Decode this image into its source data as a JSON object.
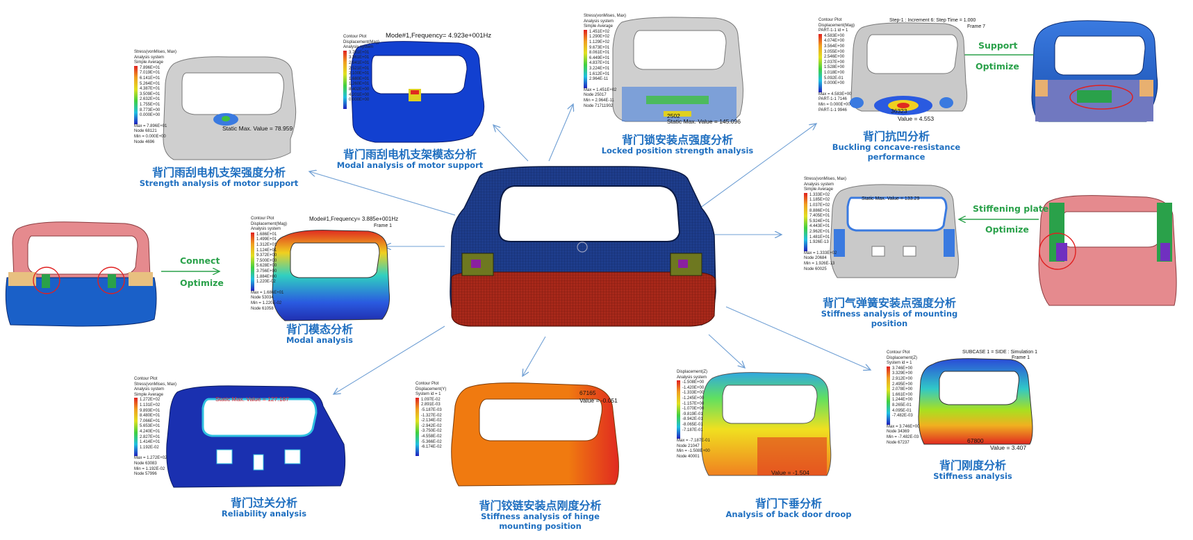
{
  "colors": {
    "caption": "#1f6fc0",
    "optimize_text": "#2aa14a",
    "connector": "#6f9fd4",
    "door_blue": "#1e3d8c",
    "door_red": "#a8281a",
    "door_pink": "#e58a8e",
    "door_grey": "#c9c9c9"
  },
  "captions": [
    {
      "id": "motor-strength",
      "cn": "背门雨刮电机支架强度分析",
      "en": "Strength analysis of motor support"
    },
    {
      "id": "motor-modal",
      "cn": "背门雨刮电机支架模态分析",
      "en": "Modal analysis of motor support"
    },
    {
      "id": "lock-strength",
      "cn": "背门锁安装点强度分析",
      "en": "Locked position strength analysis"
    },
    {
      "id": "buckling",
      "cn": "背门抗凹分析",
      "en": "Buckling concave-resistance performance"
    },
    {
      "id": "modal",
      "cn": "背门模态分析",
      "en": "Modal analysis"
    },
    {
      "id": "gas-spring",
      "cn": "背门气弹簧安装点强度分析",
      "en": "Stiffness analysis of mounting position"
    },
    {
      "id": "slam",
      "cn": "背门过关分析",
      "en": "Reliability analysis"
    },
    {
      "id": "hinge",
      "cn": "背门铰链安装点刚度分析",
      "en": "Stiffness analysis of hinge mounting position"
    },
    {
      "id": "droop",
      "cn": "背门下垂分析",
      "en": "Analysis of back door droop"
    },
    {
      "id": "stiffness",
      "cn": "背门刚度分析",
      "en": "Stiffness analysis"
    }
  ],
  "optimize_labels": {
    "connect": "Connect",
    "support": "Support",
    "stiffening": "Stiffening plate",
    "optimize": "Optimize"
  },
  "panels": {
    "motor_strength": {
      "legend_title": [
        "Stress(vonMises, Max)",
        "Analysis system",
        "Simple Average"
      ],
      "legend_values": [
        "7.896E+01",
        "7.019E+01",
        "6.141E+01",
        "5.264E+01",
        "4.387E+01",
        "3.509E+01",
        "2.632E+01",
        "1.755E+01",
        "8.773E+00",
        "0.000E+00"
      ],
      "legend_foot": [
        "Max = 7.896E+01",
        "Node 68121",
        "Min = 0.000E+00",
        "Node 4696"
      ],
      "annotation": "Static Max. Value = 78.959"
    },
    "motor_modal": {
      "header": "Mode#1,Frequency= 4.923e+001Hz",
      "legend_title": [
        "Contour Plot",
        "Displacement(Mag)",
        "Analysis system"
      ],
      "legend_values": [
        "3.781E+01",
        "3.361E+01",
        "2.941E+01",
        "2.521E+01",
        "2.100E+01",
        "1.680E+01",
        "1.260E+01",
        "8.402E+00",
        "4.201E+00",
        "0.000E+00"
      ]
    },
    "lock_strength": {
      "legend_title": [
        "Stress(vonMises, Max)",
        "Analysis system",
        "Simple Average"
      ],
      "legend_values": [
        "1.451E+02",
        "1.290E+02",
        "1.129E+02",
        "9.673E+01",
        "8.061E+01",
        "6.449E+01",
        "4.837E+01",
        "3.224E+01",
        "1.612E+01",
        "2.964E-11"
      ],
      "legend_foot": [
        "Max = 1.451E+02",
        "Node 25017",
        "Min = 2.964E-11",
        "Node 71711902"
      ],
      "annotation": "Static Max. Value = 145.096",
      "node_label": "2502"
    },
    "buckling": {
      "header_left": "Step-1 : Increment    6: Step Time =    1.000",
      "header_right": "Frame 7",
      "legend_title": [
        "Contour Plot",
        "Displacement(Mag)",
        "PART-1-1 id = 1"
      ],
      "legend_values": [
        "4.583E+00",
        "4.074E+00",
        "3.564E+00",
        "3.055E+00",
        "2.546E+00",
        "2.037E+00",
        "1.528E+00",
        "1.018E+00",
        "5.092E-01",
        "0.000E+00"
      ],
      "legend_foot": [
        "Max = 4.583E+00",
        "PART-1-1 7146",
        "Min = 0.000E+00",
        "PART-1-1 9946"
      ],
      "node_label": "36323",
      "value_label": "Value = 4.553"
    },
    "modal": {
      "header": "Mode#1,Frequency= 3.885e+001Hz",
      "header_right": "Frame 1",
      "legend_title": [
        "Contour Plot",
        "Displacement(Mag)",
        "Analysis system"
      ],
      "legend_values": [
        "1.686E+01",
        "1.499E+01",
        "1.312E+01",
        "1.124E+01",
        "9.372E+00",
        "7.500E+00",
        "5.628E+00",
        "3.756E+00",
        "1.884E+00",
        "1.220E-02"
      ],
      "legend_foot": [
        "Max = 1.686E+01",
        "Node 53034",
        "Min = 1.220E-02",
        "Node 61058"
      ]
    },
    "gas_spring": {
      "legend_title": [
        "Stress(vonMises, Max)",
        "Analysis system",
        "Simple Average"
      ],
      "legend_values": [
        "1.333E+02",
        "1.185E+02",
        "1.037E+02",
        "8.886E+01",
        "7.405E+01",
        "5.924E+01",
        "4.443E+01",
        "2.962E+01",
        "1.481E+01",
        "1.926E-13"
      ],
      "legend_foot": [
        "Max = 1.333E+02",
        "Node 20684",
        "Min = 1.926E-13",
        "Node 60025"
      ],
      "annotation": "Static Max. Value = 133.29"
    },
    "slam": {
      "legend_title": [
        "Contour Plot",
        "Stress(vonMises, Max)",
        "Analysis system",
        "Simple Average"
      ],
      "legend_values": [
        "1.272E+02",
        "1.131E+02",
        "9.893E+01",
        "8.480E+01",
        "7.066E+01",
        "5.653E+01",
        "4.240E+01",
        "2.827E+01",
        "1.414E+01",
        "1.192E-02"
      ],
      "legend_foot": [
        "Max = 1.272E+02",
        "Node 63083",
        "Min = 1.192E-02",
        "Node 57996"
      ],
      "annotation": "Static Max. Value =  127.187"
    },
    "hinge": {
      "legend_title": [
        "Contour Plot",
        "Displacement(Y)",
        "System id = 1"
      ],
      "legend_values": [
        "1.097E-02",
        "2.891E-03",
        "-5.187E-03",
        "-1.327E-02",
        "-2.134E-02",
        "-2.942E-02",
        "-3.750E-02",
        "-4.558E-02",
        "-5.366E-02",
        "-6.174E-02"
      ],
      "node_label": "67165",
      "value_label": "Value = -0.051"
    },
    "droop": {
      "legend_title": [
        "Displacement(Z)",
        "Analysis system"
      ],
      "legend_values": [
        "-1.508E+00",
        "-1.420E+00",
        "-1.333E+00",
        "-1.245E+00",
        "-1.157E+00",
        "-1.070E+00",
        "-9.819E-01",
        "-8.942E-01",
        "-8.065E-01",
        "-7.187E-01"
      ],
      "legend_foot": [
        "Max = -7.187E-01",
        "Node 21047",
        "Min = -1.508E+00",
        "Node 40001"
      ],
      "value_label": "Value = -1.504"
    },
    "stiffness": {
      "header_left": "SUBCASE 1 = SIDE : Simulation 1",
      "header_right": "Frame 1",
      "legend_title": [
        "Contour Plot",
        "Displacement(Z)",
        "System id = 1"
      ],
      "legend_values": [
        "3.746E+00",
        "3.329E+00",
        "2.912E+00",
        "2.495E+00",
        "2.078E+00",
        "1.661E+00",
        "1.244E+00",
        "8.265E-01",
        "4.095E-01",
        "-7.482E-03"
      ],
      "legend_foot": [
        "Max = 3.746E+00",
        "Node 34369",
        "Min = -7.482E-03",
        "Node 67237"
      ],
      "node_label": "67800",
      "value_label": "Value = 3.407"
    }
  }
}
